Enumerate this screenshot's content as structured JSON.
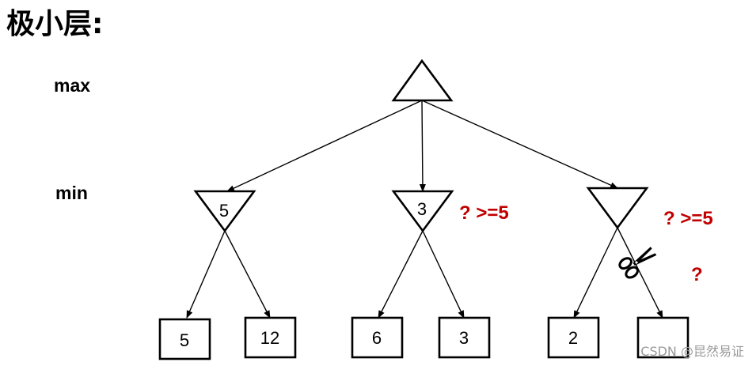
{
  "title": "极小层:",
  "levels": {
    "max": "max",
    "min": "min"
  },
  "root": {
    "value": ""
  },
  "min_nodes": [
    {
      "value": "5"
    },
    {
      "value": "3",
      "note": "? >=5"
    },
    {
      "value": "",
      "note": "? >=5",
      "note2": "?",
      "pruned": true
    }
  ],
  "leaves": [
    {
      "value": "5"
    },
    {
      "value": "12"
    },
    {
      "value": "6"
    },
    {
      "value": "3"
    },
    {
      "value": "2"
    },
    {
      "value": ""
    }
  ],
  "watermark": "CSDN @昆然易证",
  "colors": {
    "note": "#c00000",
    "stroke": "#000000",
    "watermark": "#9a9a9a"
  },
  "icons": {
    "prune": "scissors-icon"
  }
}
